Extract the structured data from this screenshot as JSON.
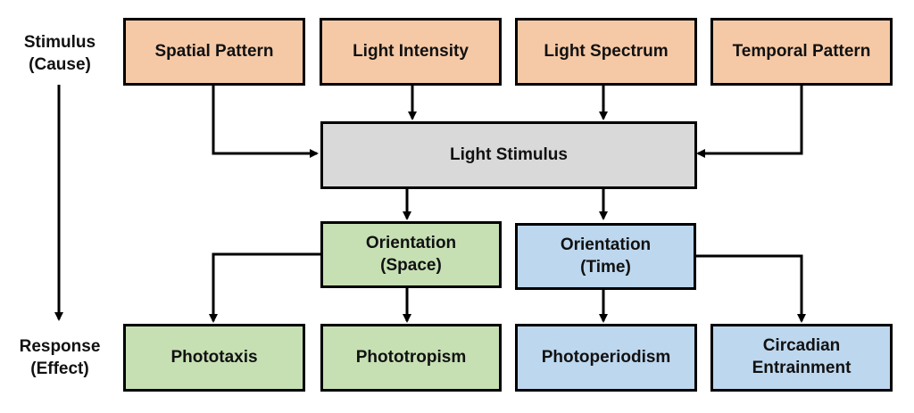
{
  "side_labels": {
    "top_line1": "Stimulus",
    "top_line2": "(Cause)",
    "bottom_line1": "Response",
    "bottom_line2": "(Effect)"
  },
  "causes": {
    "spatial_pattern": "Spatial Pattern",
    "light_intensity": "Light Intensity",
    "light_spectrum": "Light Spectrum",
    "temporal_pattern": "Temporal Pattern"
  },
  "light_stimulus": "Light Stimulus",
  "orientation_space": {
    "line1": "Orientation",
    "line2": "(Space)"
  },
  "orientation_time": {
    "line1": "Orientation",
    "line2": "(Time)"
  },
  "responses": {
    "phototaxis": "Phototaxis",
    "phototropism": "Phototropism",
    "photoperiodism": "Photoperiodism",
    "circadian_line1": "Circadian",
    "circadian_line2": "Entrainment"
  },
  "colors": {
    "cause": "#f6c9a6",
    "stimulus": "#d9d9d9",
    "space": "#c6e0b4",
    "time": "#bdd7ee"
  }
}
